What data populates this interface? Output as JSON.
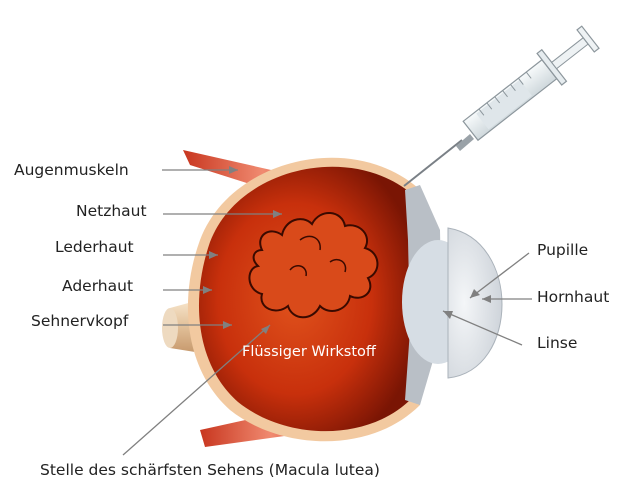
{
  "labels": {
    "augenmuskeln": "Augenmuskeln",
    "netzhaut": "Netzhaut",
    "lederhaut": "Lederhaut",
    "aderhaut": "Aderhaut",
    "sehnervkopf": "Sehnervkopf",
    "pupille": "Pupille",
    "hornhaut": "Hornhaut",
    "linse": "Linse",
    "wirkstoff": "Flüssiger Wirkstoff",
    "macula": "Stelle des schärfsten Sehens (Macula lutea)"
  },
  "colors": {
    "eyeball": "#c8300c",
    "eyeball_dark": "#7a1504",
    "sclera": "#f2c9a0",
    "muscle": "#e0523a",
    "drug_cloud": "#d94a1a",
    "cornea": "#e3e6ea",
    "lens": "#cfd6de",
    "leader_line": "#808080",
    "label_text": "#222222"
  },
  "icons": [
    "syringe-icon",
    "eyeball-illustration",
    "drug-cloud-shape"
  ]
}
